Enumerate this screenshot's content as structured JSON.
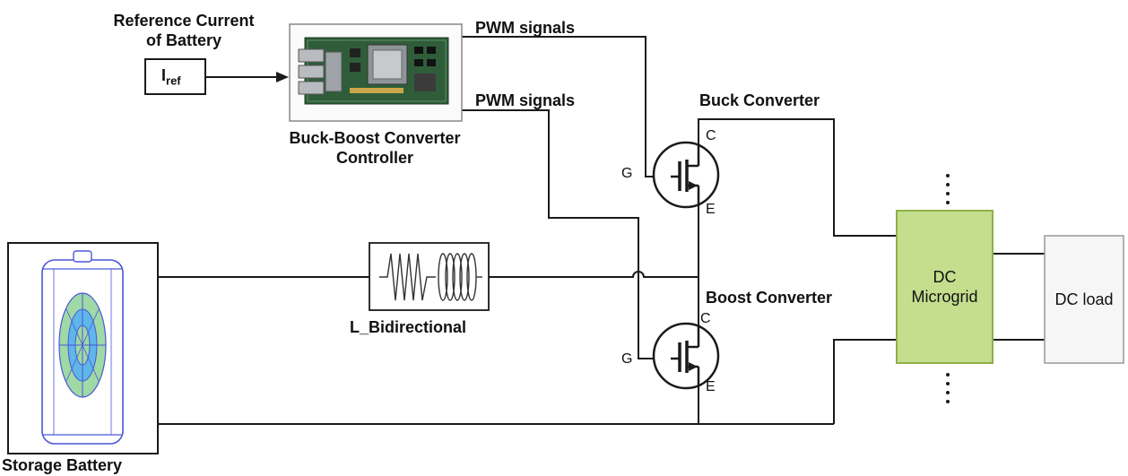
{
  "labels": {
    "reference_current_line1": "Reference Current",
    "reference_current_line2": "of Battery",
    "iref_main": "I",
    "iref_sub": "ref",
    "pwm_top": "PWM signals",
    "pwm_bottom": "PWM signals",
    "controller_line1": "Buck-Boost Converter",
    "controller_line2": "Controller",
    "buck_converter": "Buck Converter",
    "boost_converter": "Boost Converter",
    "pin_c_top": "C",
    "pin_g_top": "G",
    "pin_e_top": "E",
    "pin_c_bottom": "C",
    "pin_g_bottom": "G",
    "pin_e_bottom": "E",
    "inductor": "L_Bidirectional",
    "microgrid_line1": "DC",
    "microgrid_line2": "Microgrid",
    "load": "DC load",
    "battery": "Storage Battery"
  },
  "colors": {
    "wire": "#1a1a1a",
    "microgrid_fill": "#c5de8e",
    "microgrid_border": "#8db04a",
    "load_fill": "#f6f6f6",
    "battery_outline": "#4a57d9",
    "battery_disk": "#9fd9a6",
    "battery_disk_blue": "#5fb6e8",
    "board_green": "#2f5d3a"
  }
}
